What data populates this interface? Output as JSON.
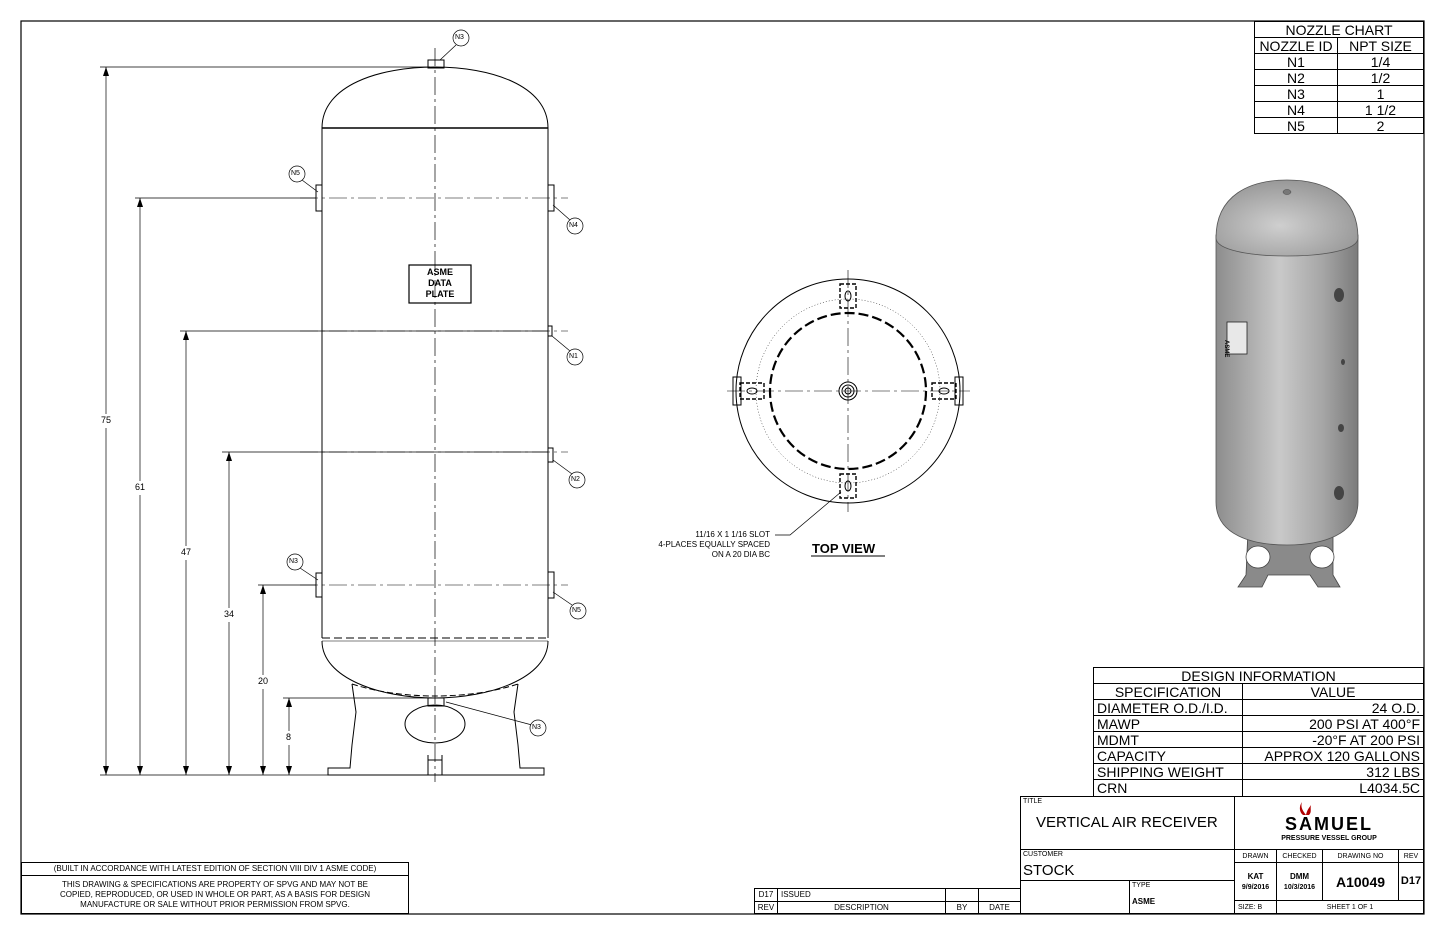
{
  "nozzle_chart": {
    "title": "NOZZLE CHART",
    "headers": [
      "NOZZLE ID",
      "NPT SIZE"
    ],
    "rows": [
      [
        "N1",
        "1/4"
      ],
      [
        "N2",
        "1/2"
      ],
      [
        "N3",
        "1"
      ],
      [
        "N4",
        "1 1/2"
      ],
      [
        "N5",
        "2"
      ]
    ]
  },
  "design_info": {
    "title": "DESIGN INFORMATION",
    "headers": [
      "SPECIFICATION",
      "VALUE"
    ],
    "rows": [
      [
        "DIAMETER O.D./I.D.",
        "24 O.D."
      ],
      [
        "MAWP",
        "200 PSI AT 400°F"
      ],
      [
        "MDMT",
        "-20°F AT 200 PSI"
      ],
      [
        "CAPACITY",
        "APPROX 120 GALLONS"
      ],
      [
        "SHIPPING WEIGHT",
        "312 LBS"
      ],
      [
        "CRN",
        "L4034.5C"
      ]
    ]
  },
  "title_block": {
    "title_label": "TITLE",
    "title": "VERTICAL AIR RECEIVER",
    "customer_label": "CUSTOMER",
    "customer": "STOCK",
    "type_label": "TYPE",
    "type": "ASME",
    "logo_name": "SAMUEL",
    "logo_sub": "PRESSURE VESSEL GROUP",
    "drawn_label": "DRAWN",
    "drawn_by": "KAT",
    "drawn_date": "9/9/2016",
    "checked_label": "CHECKED",
    "checked_by": "DMM",
    "checked_date": "10/3/2016",
    "drawing_no_label": "DRAWING NO",
    "drawing_no": "A10049",
    "rev_label": "REV",
    "rev": "D17",
    "size": "SIZE: B",
    "sheet": "SHEET 1  OF 1"
  },
  "revision_block": {
    "rows": [
      [
        "D17",
        "ISSUED"
      ]
    ],
    "headers": [
      "REV",
      "DESCRIPTION",
      "BY",
      "DATE"
    ]
  },
  "notes": {
    "code": "(BUILT IN ACCORDANCE WITH LATEST EDITION OF SECTION VIII DIV 1 ASME CODE)",
    "property_lines": [
      "THIS DRAWING & SPECIFICATIONS ARE PROPERTY OF SPVG AND MAY NOT BE",
      "COPIED, REPRODUCED, OR USED IN WHOLE OR PART, AS A BASIS FOR DESIGN",
      "MANUFACTURE OR SALE WITHOUT PRIOR PERMISSION FROM SPVG."
    ]
  },
  "front_view": {
    "dimensions": [
      "75",
      "61",
      "47",
      "34",
      "20",
      "8"
    ],
    "nozzle_callouts": [
      "N3",
      "N5",
      "N4",
      "N1",
      "N2",
      "N3",
      "N5",
      "N3"
    ],
    "data_plate_lines": [
      "ASME",
      "DATA",
      "PLATE"
    ]
  },
  "top_view": {
    "label": "TOP VIEW",
    "slot_note": [
      "11/16  X 1 1/16 SLOT",
      "4-PLACES EQUALLY SPACED",
      "ON A 20 DIA BC"
    ]
  },
  "render_view": {
    "plate_text": "ASME"
  }
}
